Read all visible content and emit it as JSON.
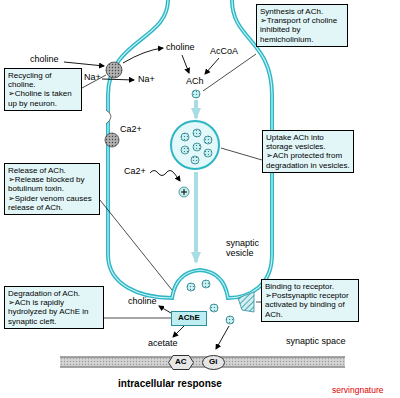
{
  "diagram": {
    "nodes": [
      {
        "text": [
          "Synthesis of ACh.",
          "➢Transport of choline inhibited by hemicholinium."
        ]
      },
      {
        "text": [
          "Recycling of choline.",
          "➢Choline is taken up by neuron."
        ]
      },
      {
        "text": [
          "Uptake ACh into storage vesicles.",
          "➢ACh protected from degradation in vesicles."
        ]
      },
      {
        "text": [
          "Release of ACh.",
          "➢Release blocked by botulinum toxin.",
          "➢Spider venom causes release of ACh."
        ]
      },
      {
        "text": [
          "Binding to receptor.",
          "➢Postsynaptic receptor activated by binding of ACh."
        ]
      },
      {
        "text": [
          "Degradation of ACh.",
          "➢ACh is rapidly hydrolyzed by AChE in synaptic cleft."
        ]
      },
      {
        "text": [
          "AChE"
        ]
      },
      {
        "text": [
          "AC"
        ]
      },
      {
        "text": [
          "Gi"
        ]
      }
    ],
    "labels": [
      "choline",
      "choline",
      "AcCoA",
      "Na+",
      "Na+",
      "ACh",
      "synaptic vesicle",
      "Ca2+",
      "Ca2+",
      "choline",
      "acetate",
      "synaptic space",
      "intracellular response",
      "servingnature"
    ]
  }
}
